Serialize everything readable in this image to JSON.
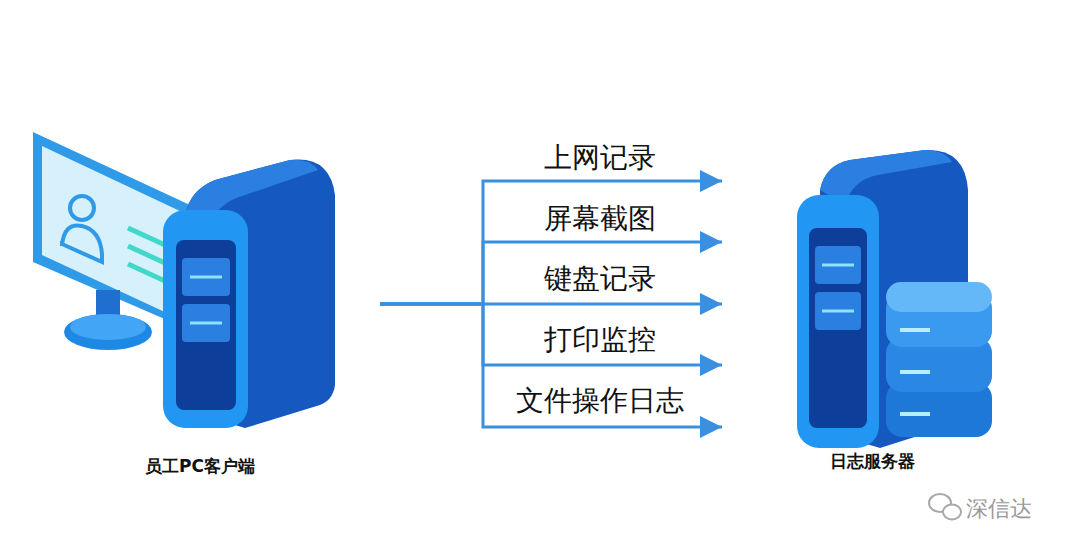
{
  "diagram": {
    "nodes": [
      {
        "text": [
          "员工PC客户端"
        ]
      },
      {
        "text": [
          "日志服务器"
        ]
      }
    ],
    "edges": [
      {
        "from": 0,
        "to": 1,
        "arrow": "to",
        "label": "上网记录"
      },
      {
        "from": 0,
        "to": 1,
        "arrow": "to",
        "label": "屏幕截图"
      },
      {
        "from": 0,
        "to": 1,
        "arrow": "to",
        "label": "键盘记录"
      },
      {
        "from": 0,
        "to": 1,
        "arrow": "to",
        "label": "打印监控"
      },
      {
        "from": 0,
        "to": 1,
        "arrow": "to",
        "label": "文件操作日志"
      }
    ],
    "labels": [
      "深信达"
    ]
  }
}
